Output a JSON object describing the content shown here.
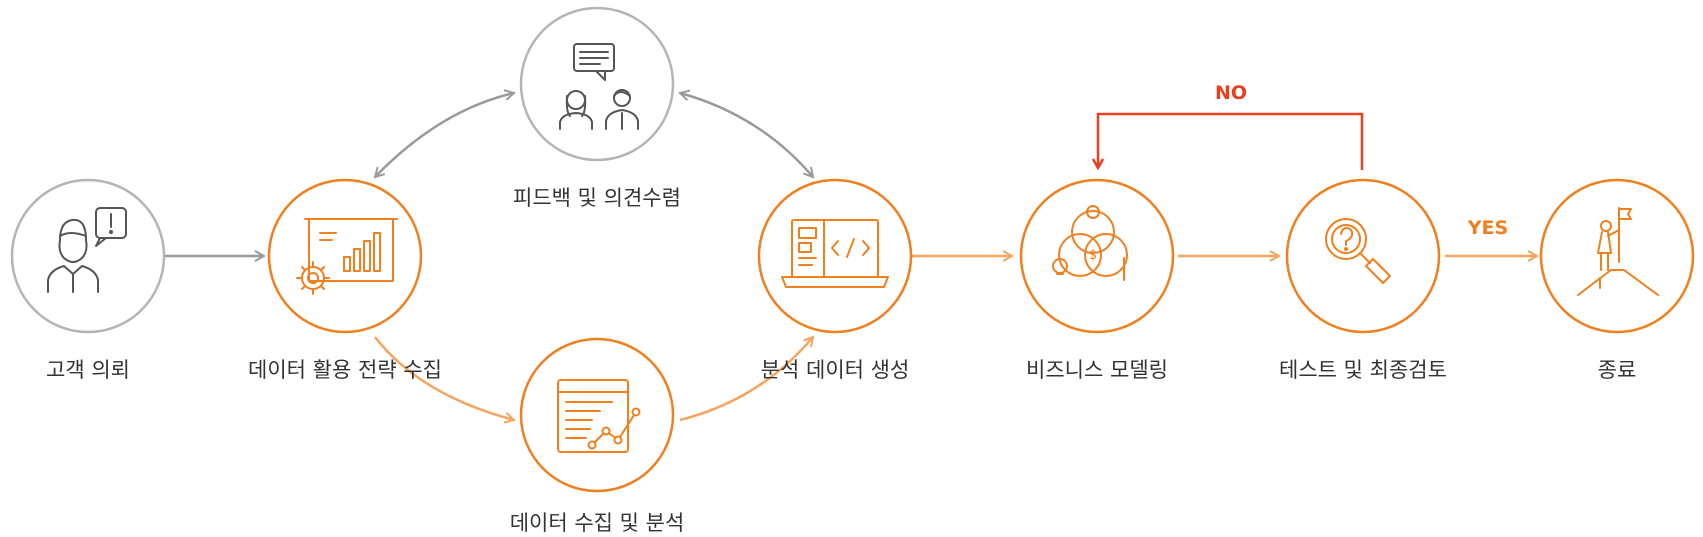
{
  "steps": {
    "client_request": "고객 의뢰",
    "strategy": "데이터 활용 전략 수집",
    "feedback": "피드백 및 의견수렴",
    "collect": "데이터 수집 및 분석",
    "generate": "분석 데이터 생성",
    "modeling": "비즈니스 모델링",
    "test": "테스트 및 최종검토",
    "end": "종료"
  },
  "flow": {
    "no": "NO",
    "yes": "YES"
  },
  "colors": {
    "accent": "#f07f1e",
    "accent_light": "#f5a55e",
    "gray": "#9a9a9a",
    "red": "#e8401c",
    "icon_gray": "#555555"
  },
  "icons": {
    "client_request": "person-with-exclamation-bubble-icon",
    "strategy": "presentation-board-with-gear-icon",
    "feedback": "two-people-with-speech-bubble-icon",
    "collect": "document-with-line-chart-icon",
    "generate": "laptop-with-code-icon",
    "modeling": "venn-diagram-icon",
    "test": "magnifier-with-question-icon",
    "end": "person-with-flag-on-summit-icon"
  }
}
